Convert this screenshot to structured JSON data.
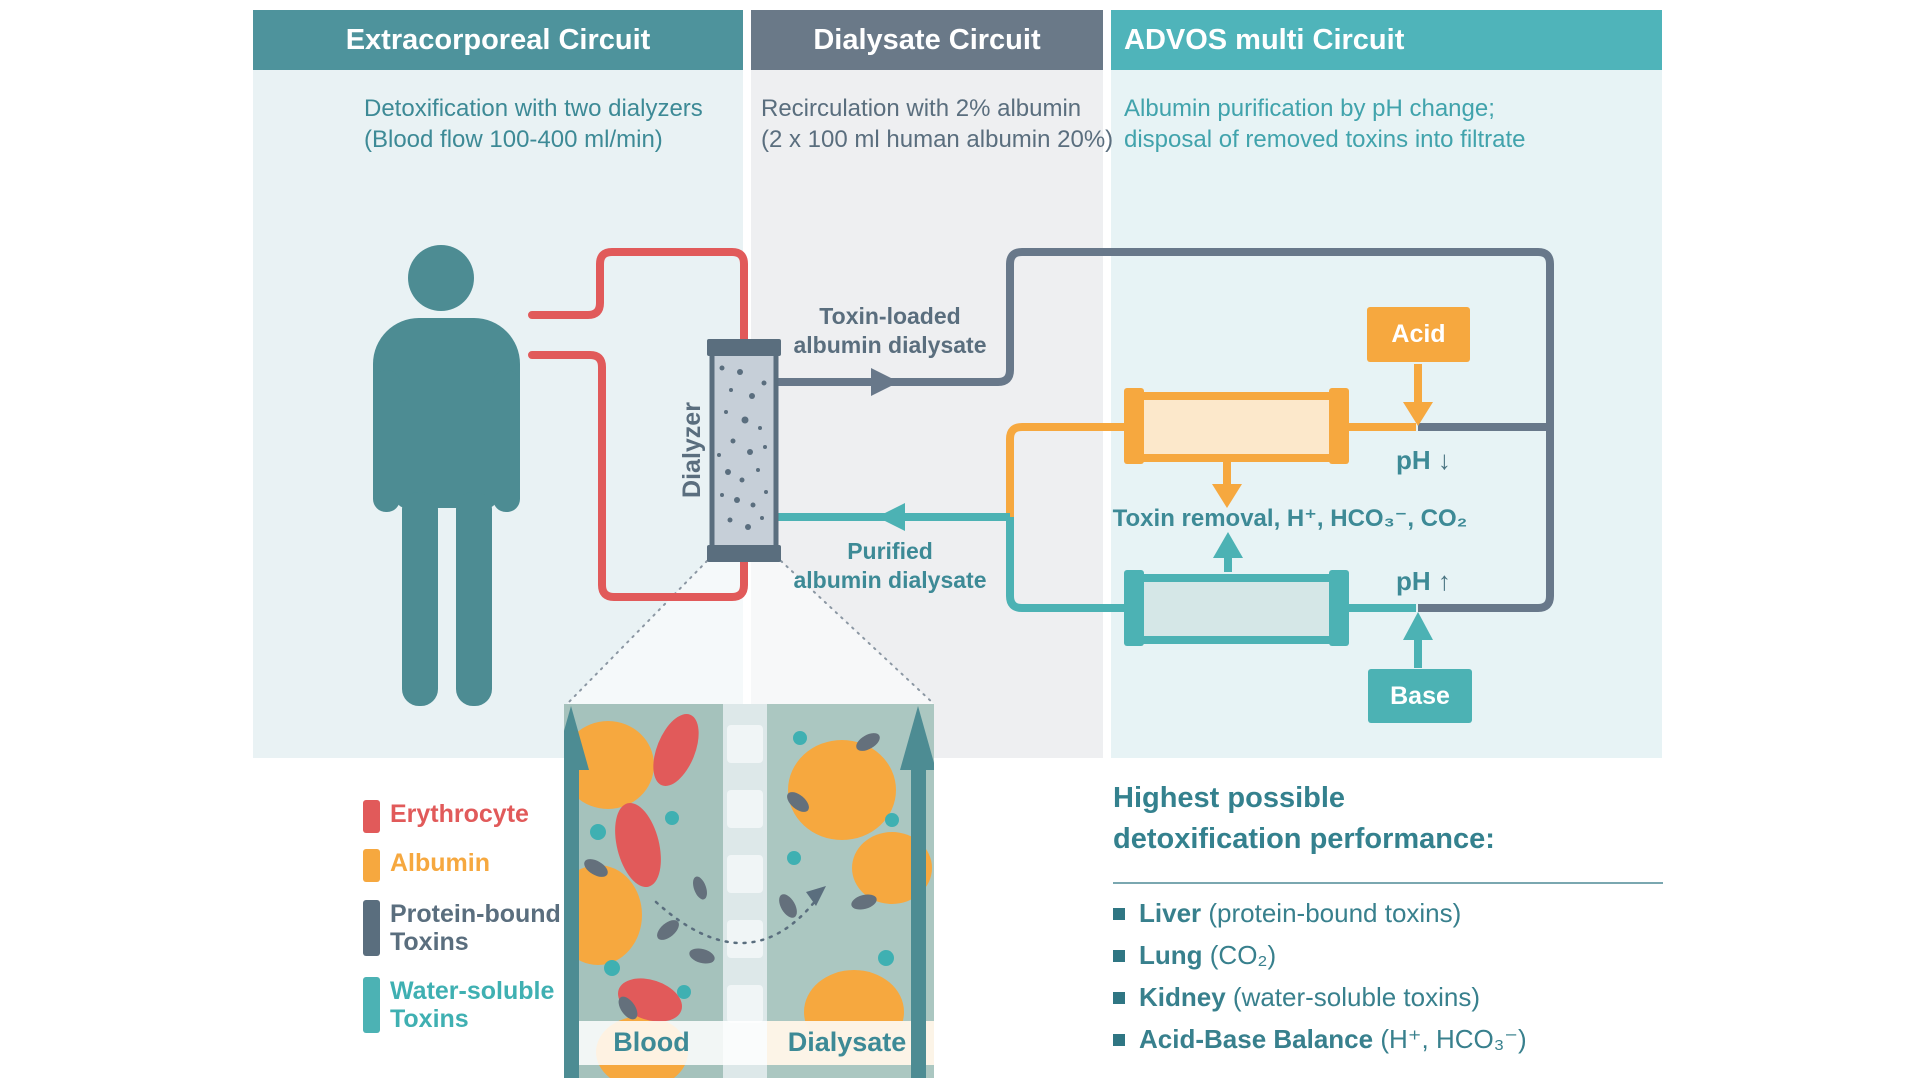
{
  "colors": {
    "header_teal": "#4e939c",
    "header_slate": "#6a7988",
    "header_bright_teal": "#4fb4ba",
    "circuit_red": "#e15a5a",
    "circuit_gray": "#68788a",
    "circuit_teal": "#4cb2b4",
    "circuit_orange": "#f6a83f",
    "text_teal": "#3d8a96",
    "text_slate": "#5a6e7e",
    "person_teal": "#4d8c93"
  },
  "panels": [
    {
      "title": "Extracorporeal Circuit",
      "desc1": "Detoxification with two dialyzers",
      "desc2": "(Blood flow 100-400 ml/min)"
    },
    {
      "title": "Dialysate Circuit",
      "desc1": "Recirculation with 2% albumin",
      "desc2": "(2 x 100 ml human albumin 20%)"
    },
    {
      "title": "ADVOS multi Circuit",
      "desc1": "Albumin purification by pH change;",
      "desc2": "disposal of removed toxins into filtrate"
    }
  ],
  "diagram": {
    "dialyzer_label": "Dialyzer",
    "toxin_loaded_line1": "Toxin-loaded",
    "toxin_loaded_line2": "albumin dialysate",
    "purified_line1": "Purified",
    "purified_line2": "albumin dialysate",
    "toxin_removal": "Toxin removal, H⁺, HCO₃⁻, CO₂",
    "ph_down_label": "pH",
    "ph_down_arrow": "↓",
    "ph_up_label": "pH",
    "ph_up_arrow": "↑",
    "acid": "Acid",
    "base": "Base"
  },
  "legend": {
    "items": [
      {
        "label1": "Erythrocyte",
        "label2": "",
        "color": "#e15a5a"
      },
      {
        "label1": "Albumin",
        "label2": "",
        "color": "#f6a83f"
      },
      {
        "label1": "Protein-bound",
        "label2": "Toxins",
        "color": "#5a6e7e"
      },
      {
        "label1": "Water-soluble",
        "label2": "Toxins",
        "color": "#4cb2b4"
      }
    ]
  },
  "inset": {
    "left_label": "Blood",
    "right_label": "Dialysate"
  },
  "performance": {
    "heading1": "Highest possible",
    "heading2": "detoxification performance:",
    "items": [
      {
        "strong": "Liver",
        "rest": " (protein-bound toxins)"
      },
      {
        "strong": "Lung",
        "rest": " (CO₂)"
      },
      {
        "strong": "Kidney",
        "rest": " (water-soluble toxins)"
      },
      {
        "strong": "Acid-Base Balance",
        "rest": " (H⁺, HCO₃⁻)"
      }
    ]
  }
}
